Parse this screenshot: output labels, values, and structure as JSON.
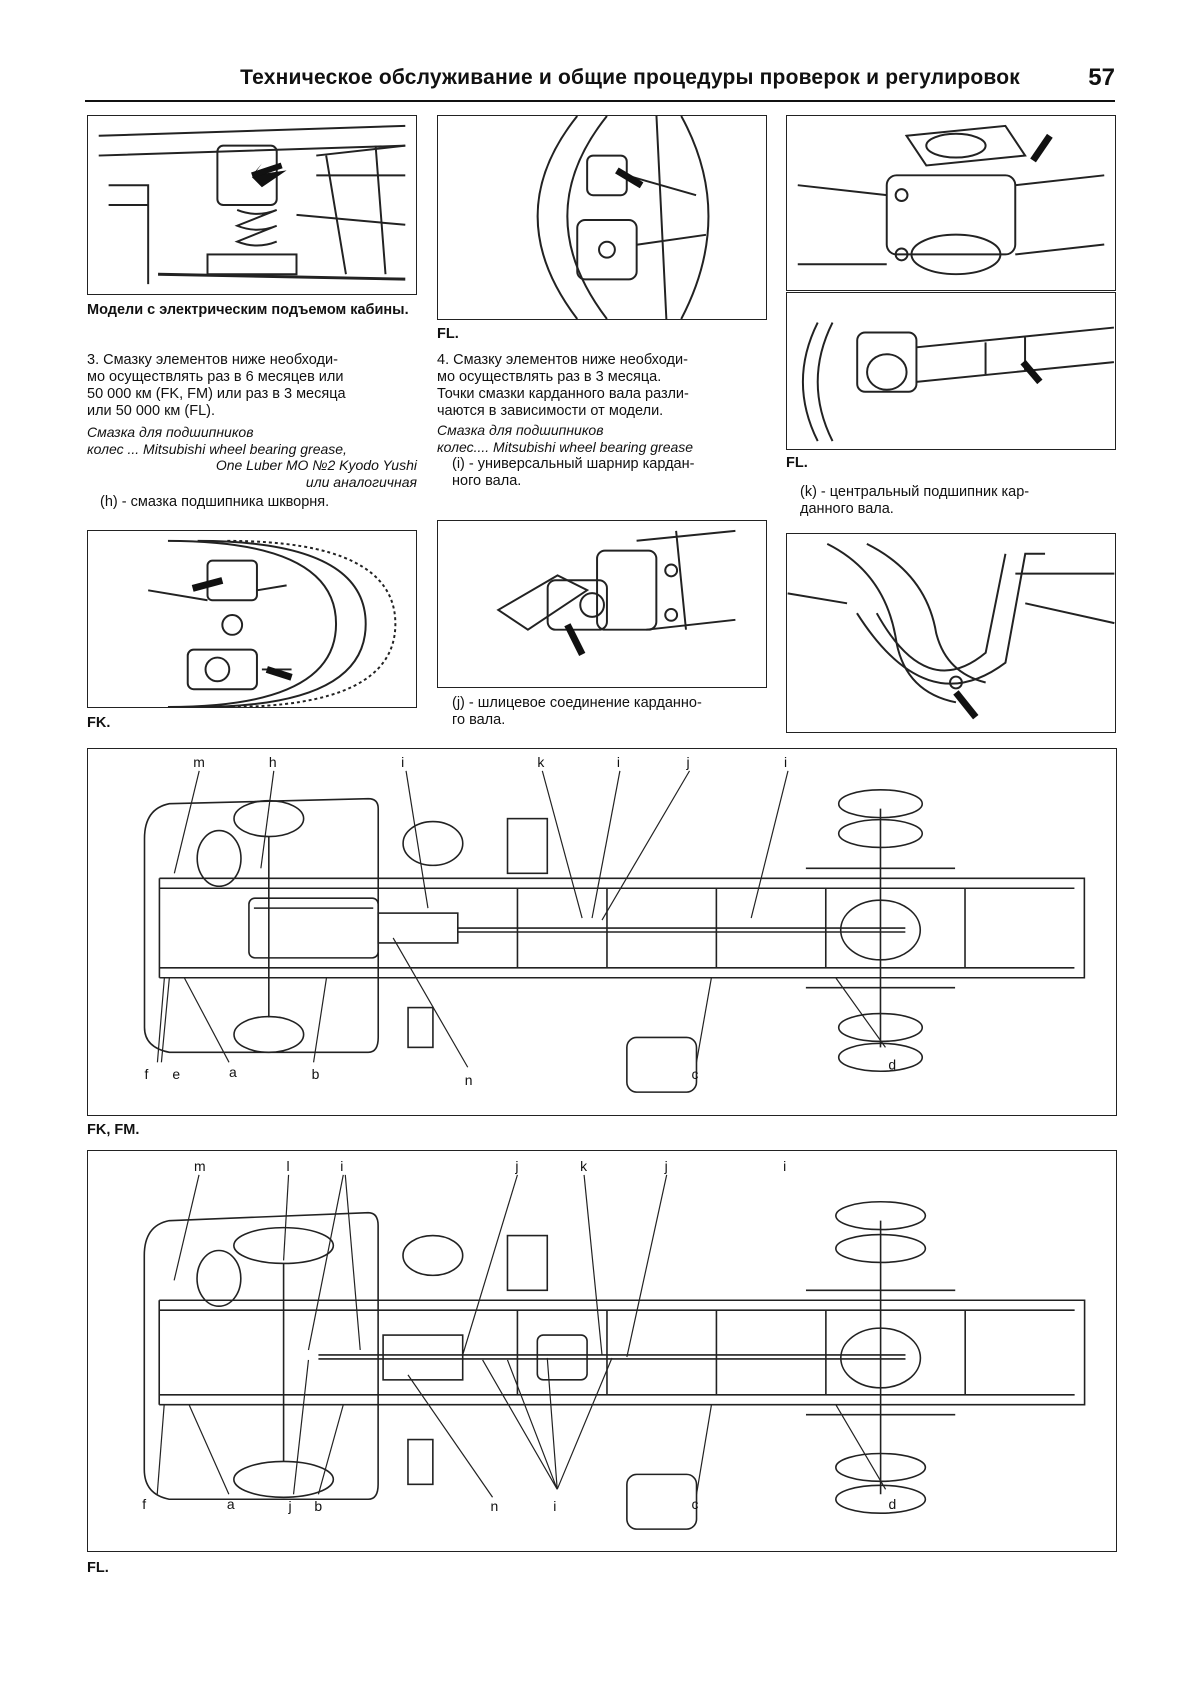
{
  "header": {
    "title": "Техническое обслуживание и общие процедуры проверок и регулировок",
    "page_number": "57"
  },
  "col1": {
    "caption_title": "Модели с электрическим подъемом кабины.",
    "p3_lines": [
      "3. Смазку элементов ниже необходи-",
      "мо осуществлять раз в 6 месяцев или",
      "50 000 км (FK, FM) или раз в 3 месяца",
      "или 50 000 км (FL)."
    ],
    "grease_lines": [
      "Смазка для подшипников",
      "колес ... Mitsubishi wheel bearing grease,",
      "One Luber MO №2 Kyodo Yushi",
      "или аналогичная"
    ],
    "item_h": "(h) - смазка подшипника шкворня.",
    "fig_label_fk": "FK."
  },
  "col2": {
    "fig_label_fl": "FL.",
    "p4_lines": [
      "4. Смазку элементов ниже необходи-",
      "мо осуществлять раз в 3 месяца.",
      "Точки смазки карданного вала разли-",
      "чаются в зависимости от модели."
    ],
    "grease_lines": [
      "Смазка для подшипников",
      "колес.... Mitsubishi wheel bearing grease"
    ],
    "item_i_lines": [
      "(i) - универсальный шарнир кардан-",
      "ного вала."
    ],
    "item_j_lines": [
      "(j) - шлицевое соединение карданно-",
      "го вала."
    ]
  },
  "col3": {
    "fig_label_fl": "FL.",
    "item_k_lines": [
      "(k) - центральный подшипник кар-",
      "данного вала."
    ]
  },
  "diagram1": {
    "caption": "FK, FM.",
    "top_labels": [
      "m",
      "h",
      "i",
      "k",
      "i",
      "j",
      "i"
    ],
    "bottom_labels": [
      "f",
      "e",
      "a",
      "b",
      "n",
      "c",
      "d"
    ]
  },
  "diagram2": {
    "caption": "FL.",
    "top_labels": [
      "m",
      "l",
      "i",
      "j",
      "k",
      "j",
      "i"
    ],
    "bottom_labels": [
      "f",
      "a",
      "j",
      "b",
      "n",
      "i",
      "c",
      "d"
    ]
  }
}
